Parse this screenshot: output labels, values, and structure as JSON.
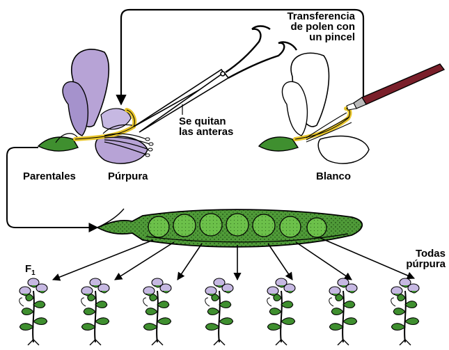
{
  "labels": {
    "transfer_line1": "Transferencia",
    "transfer_line2": "de polen con",
    "transfer_line3": "un pincel",
    "remove_line1": "Se quitan",
    "remove_line2": "las anteras",
    "parentales": "Parentales",
    "purpura": "Púrpura",
    "blanco": "Blanco",
    "f1_letter": "F",
    "f1_sub": "1",
    "todas": "Todas",
    "todas_purpura": "púrpura"
  },
  "colors": {
    "purple_petal": "#b7a3d6",
    "purple_flower": "#c6b8e2",
    "sepal_green": "#3f8f2f",
    "pod_green": "#5fa644",
    "pea_green": "#6cc04a",
    "stamen_yellow": "#e8c52a",
    "brush_handle": "#7a1f2a",
    "outline": "#000000"
  },
  "offspring": {
    "count": 7,
    "flower_color": "purple"
  }
}
